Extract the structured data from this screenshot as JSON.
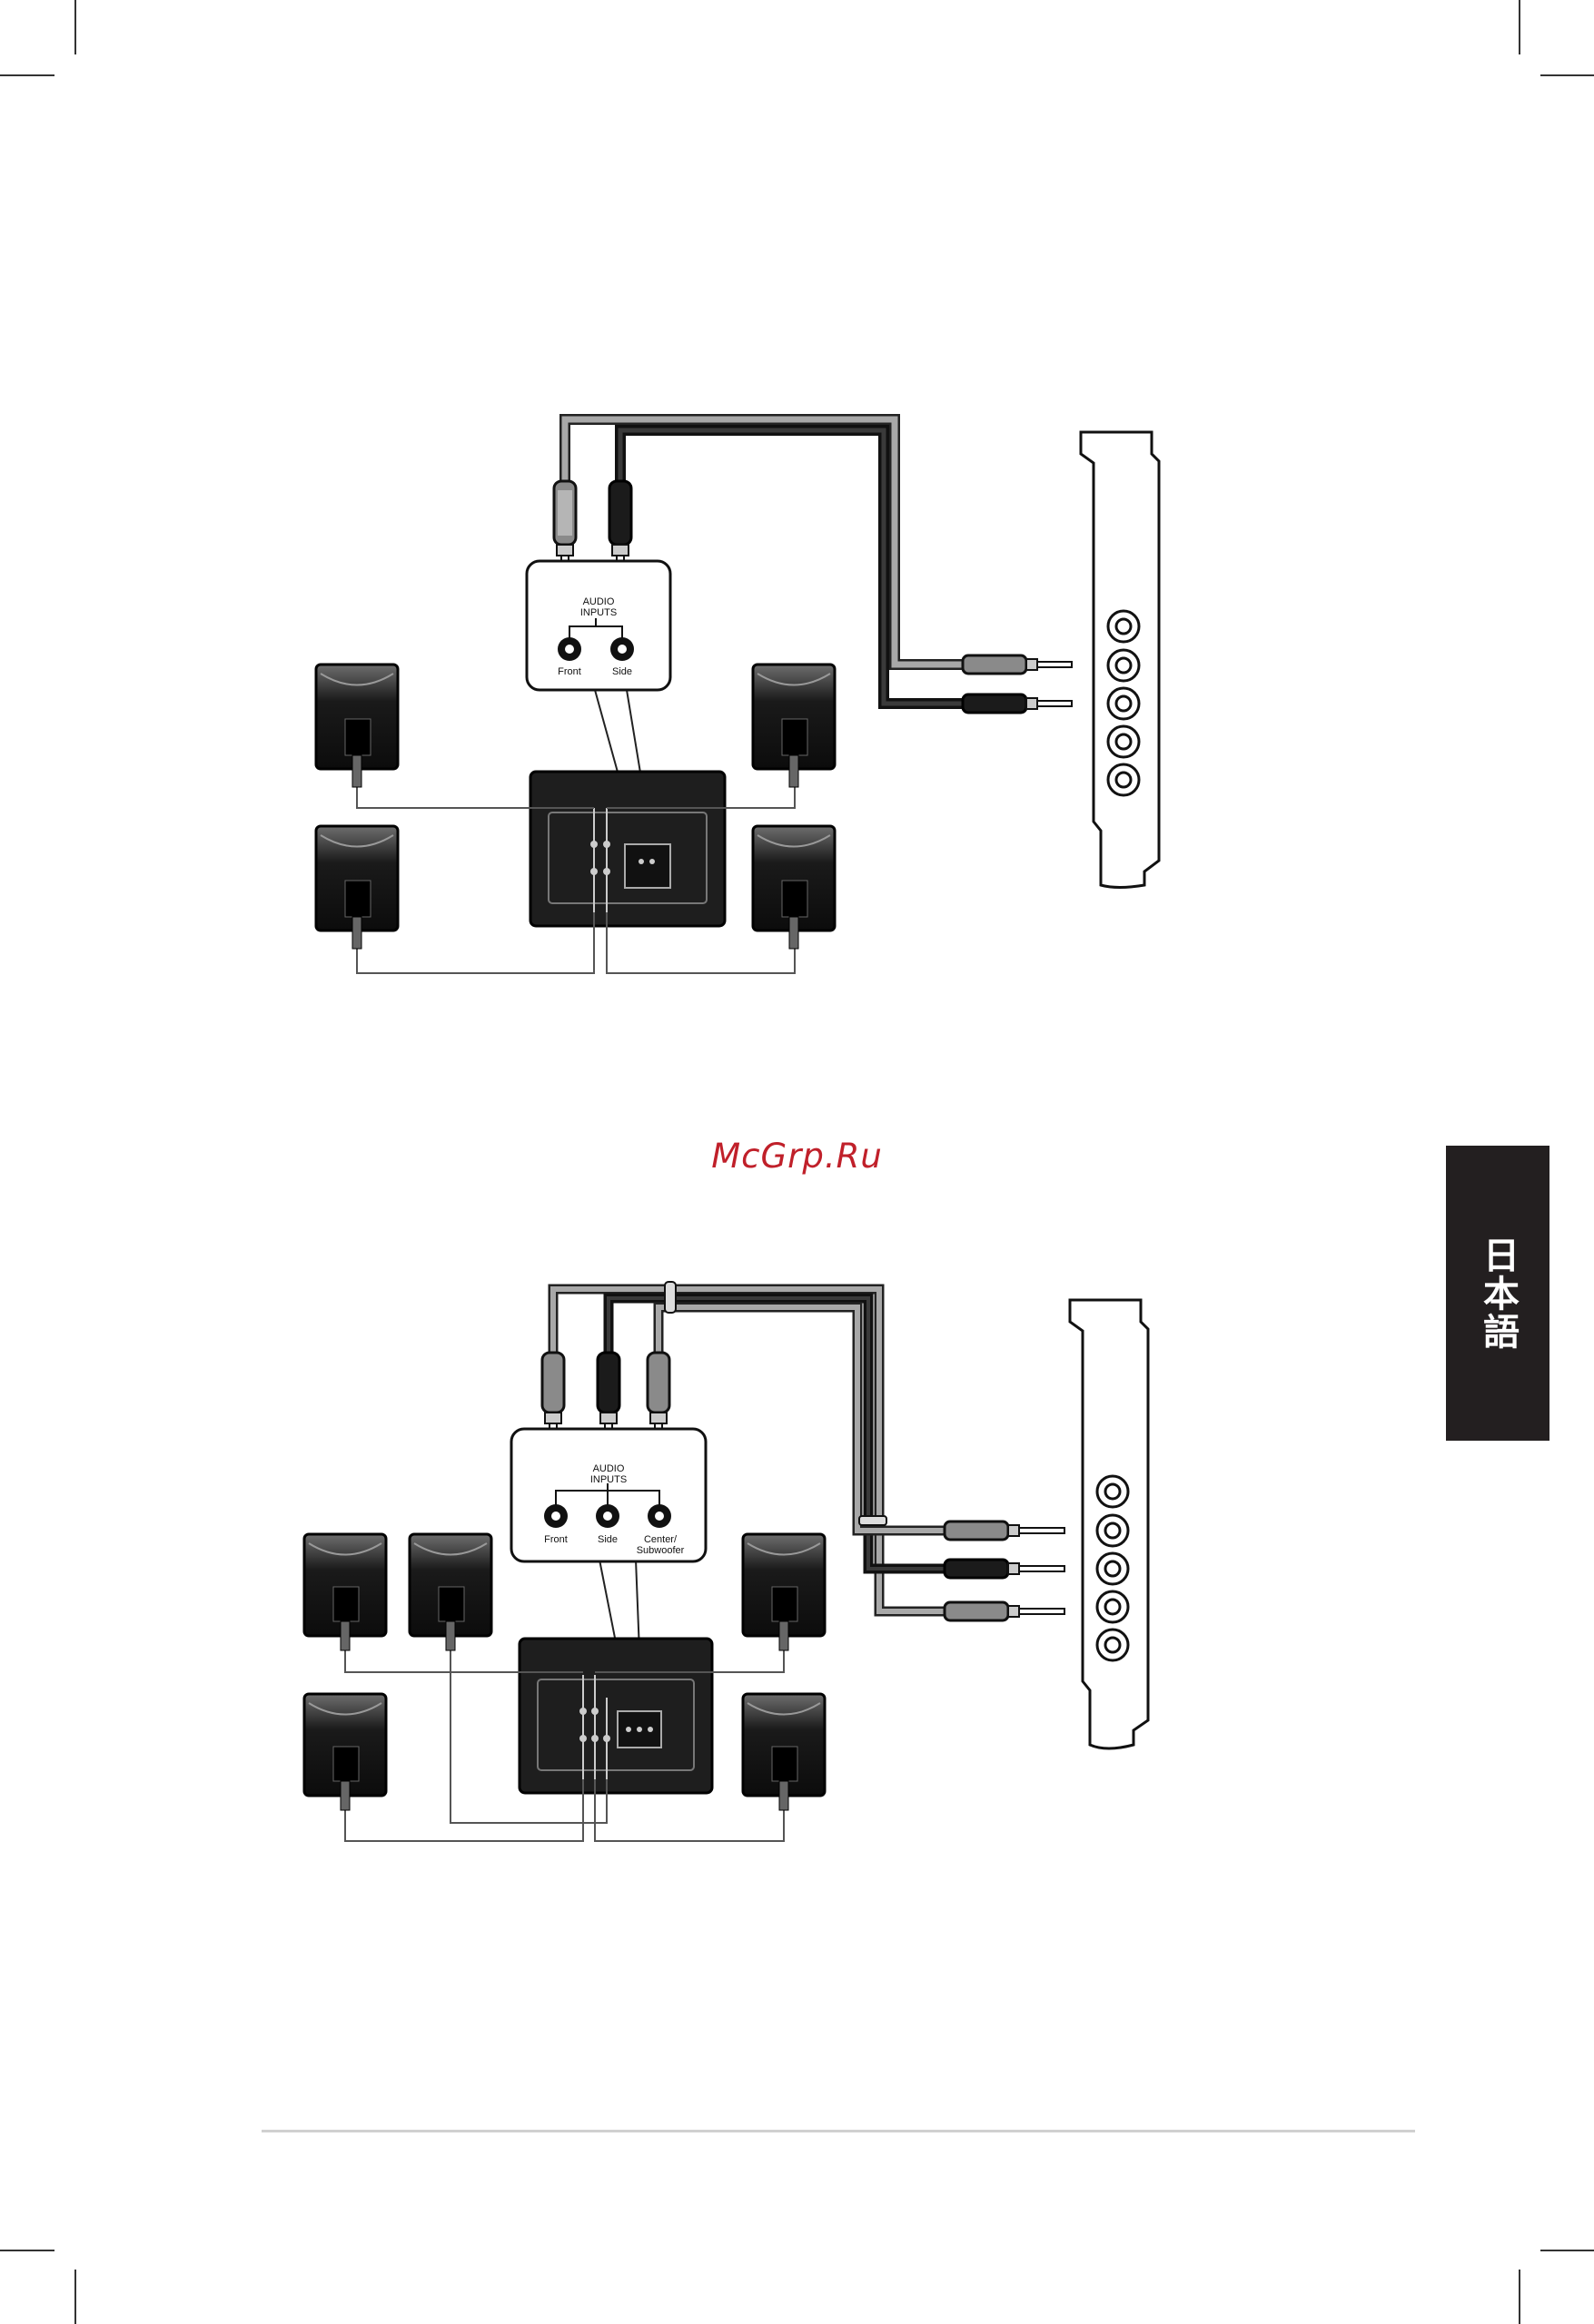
{
  "watermark": "McGrp.Ru",
  "language_tab": "日本語",
  "diagram_top": {
    "panel_title": "AUDIO\nINPUTS",
    "jacks": [
      "Front",
      "Side"
    ]
  },
  "diagram_bottom": {
    "panel_title": "AUDIO\nINPUTS",
    "jacks": [
      "Front",
      "Side",
      "Center/\nSubwoofer"
    ]
  }
}
